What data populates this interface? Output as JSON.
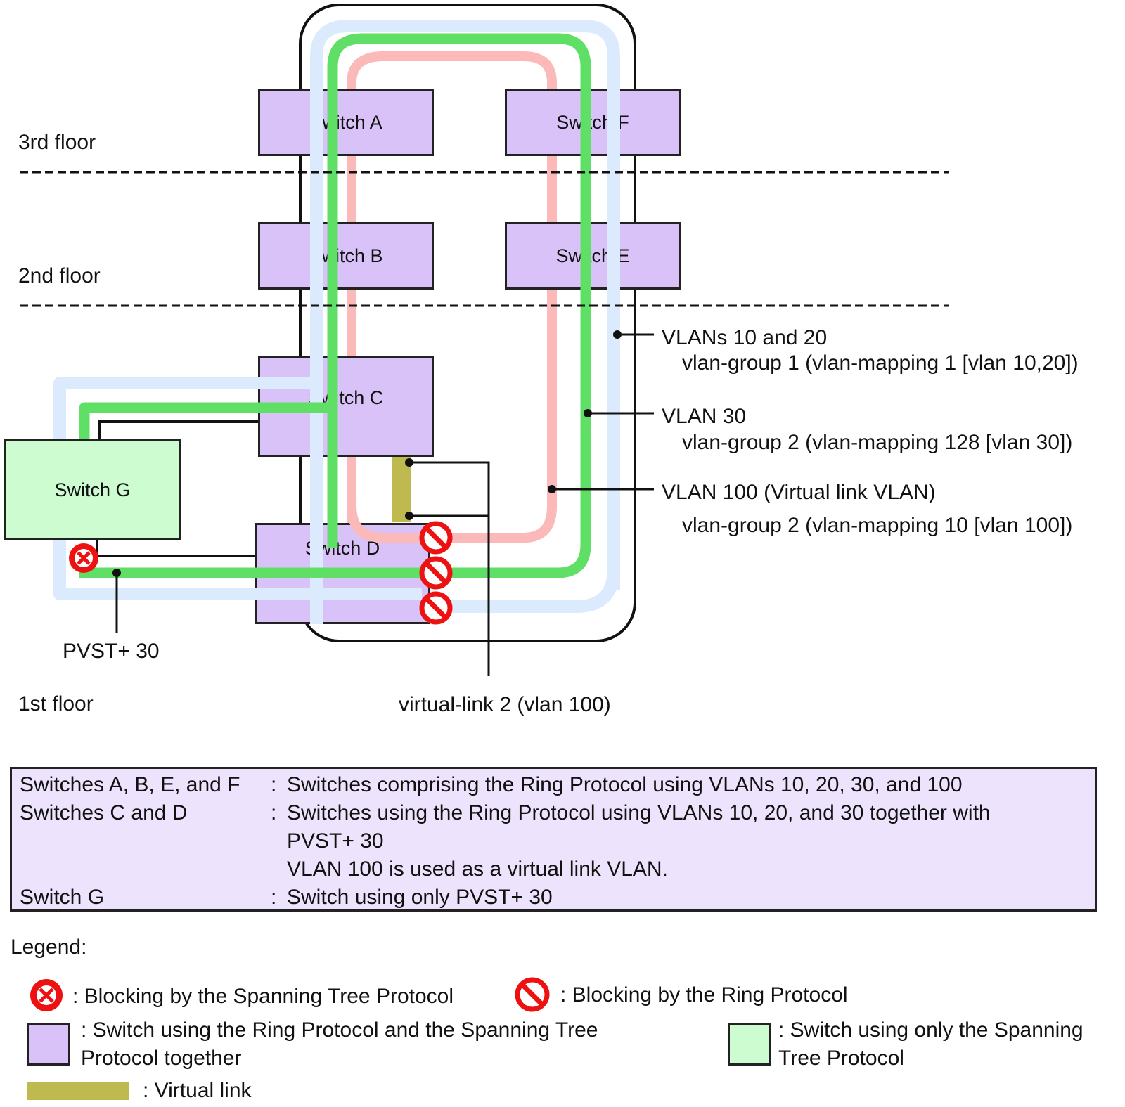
{
  "floors": [
    "3rd floor",
    "2nd floor",
    "1st floor"
  ],
  "switches": {
    "a": "Switch A",
    "b": "Switch B",
    "c": "Switch C",
    "d": "Switch D",
    "e": "Switch E",
    "f": "Switch F",
    "g": "Switch G"
  },
  "annotations": {
    "vlan_10_20": "VLANs 10 and 20",
    "vlan_10_20_group": "vlan-group 1 (vlan-mapping 1 [vlan 10,20])",
    "vlan_30": "VLAN 30",
    "vlan_30_group": "vlan-group 2 (vlan-mapping 128 [vlan 30])",
    "vlan_100": "VLAN 100 (Virtual link VLAN)",
    "vlan_100_group": "vlan-group 2 (vlan-mapping 10 [vlan 100])",
    "pvst": "PVST+ 30",
    "virtual_link": "virtual-link 2 (vlan 100)"
  },
  "info": {
    "rows": [
      {
        "label": "Switches A, B, E, and F",
        "sep": ":",
        "text": "Switches comprising the Ring Protocol using VLANs 10, 20, 30, and 100"
      },
      {
        "label": "Switches C and D",
        "sep": ":",
        "text": "Switches using the Ring Protocol using VLANs 10, 20, and 30 together with"
      },
      {
        "label": "",
        "sep": "",
        "text": "PVST+ 30"
      },
      {
        "label": "",
        "sep": "",
        "text": "VLAN 100 is used as a virtual link VLAN."
      },
      {
        "label": "Switch G",
        "sep": ":",
        "text": "Switch using only PVST+ 30"
      }
    ]
  },
  "legend": {
    "title": "Legend:",
    "stp_block": ": Blocking by the Spanning Tree Protocol",
    "ring_block": ": Blocking by the Ring Protocol",
    "ring_stp_switch_1": ": Switch using the Ring Protocol and the Spanning Tree",
    "ring_stp_switch_2": "Protocol together",
    "stp_only_switch_1": ": Switch using only the Spanning",
    "stp_only_switch_2": "Tree Protocol",
    "virtual_link": ": Virtual link"
  },
  "colors": {
    "ring_switch": "#d9c2f7",
    "stp_switch": "#cdfcd0",
    "vlan_10_20": "#dbeafc",
    "vlan_30": "#5fdf66",
    "vlan_100": "#fbb9b9",
    "virtual_link": "#bfba50",
    "blocking": "#ee1111",
    "info_box": "#ede3fc"
  }
}
